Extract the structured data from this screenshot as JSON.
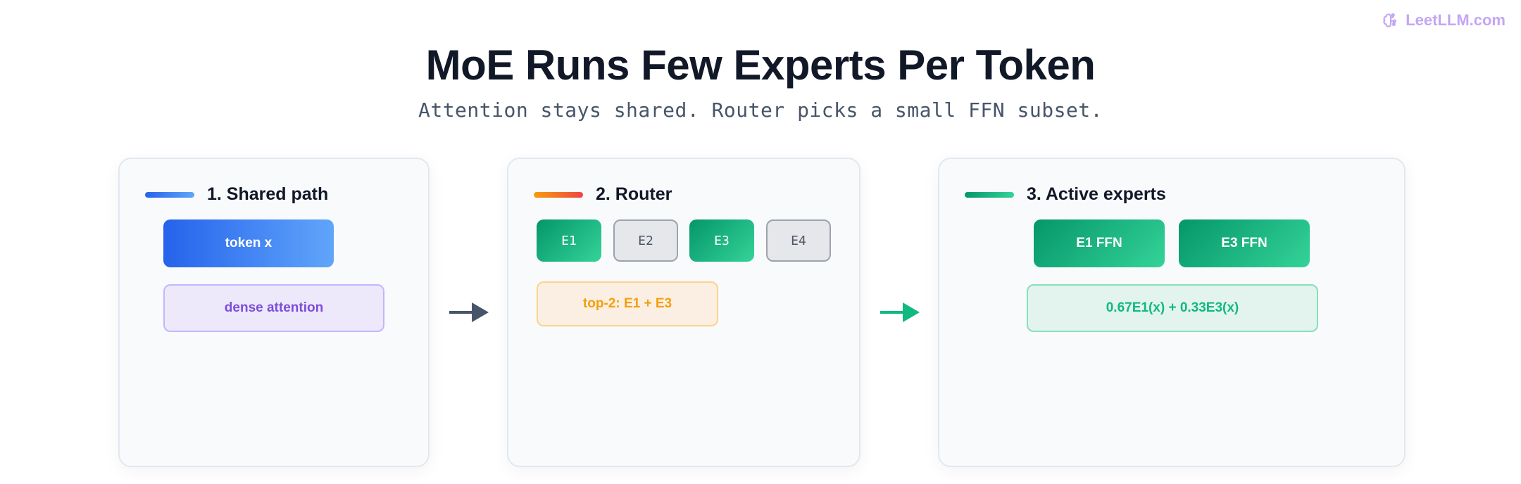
{
  "brand": {
    "label": "LeetLLM.com",
    "icon": "brain-icon",
    "color": "#c4a6f4"
  },
  "title": "MoE Runs Few Experts Per Token",
  "subtitle": "Attention stays shared. Router picks a small FFN subset.",
  "panels": [
    {
      "heading": "1. Shared path",
      "accent": "#3b82f6",
      "token": "token x",
      "attention": "dense attention"
    },
    {
      "heading": "2. Router",
      "accent": "#f97316",
      "experts": [
        {
          "label": "E1",
          "active": true
        },
        {
          "label": "E2",
          "active": false
        },
        {
          "label": "E3",
          "active": true
        },
        {
          "label": "E4",
          "active": false
        }
      ],
      "selection": "top-2: E1 + E3"
    },
    {
      "heading": "3. Active experts",
      "accent": "#10b981",
      "ffns": [
        "E1 FFN",
        "E3 FFN"
      ],
      "output": "0.67E1(x) + 0.33E3(x)"
    }
  ],
  "arrows": [
    {
      "icon": "arrow-right-icon",
      "color": "#475569"
    },
    {
      "icon": "arrow-right-icon",
      "color": "#10b981"
    }
  ]
}
